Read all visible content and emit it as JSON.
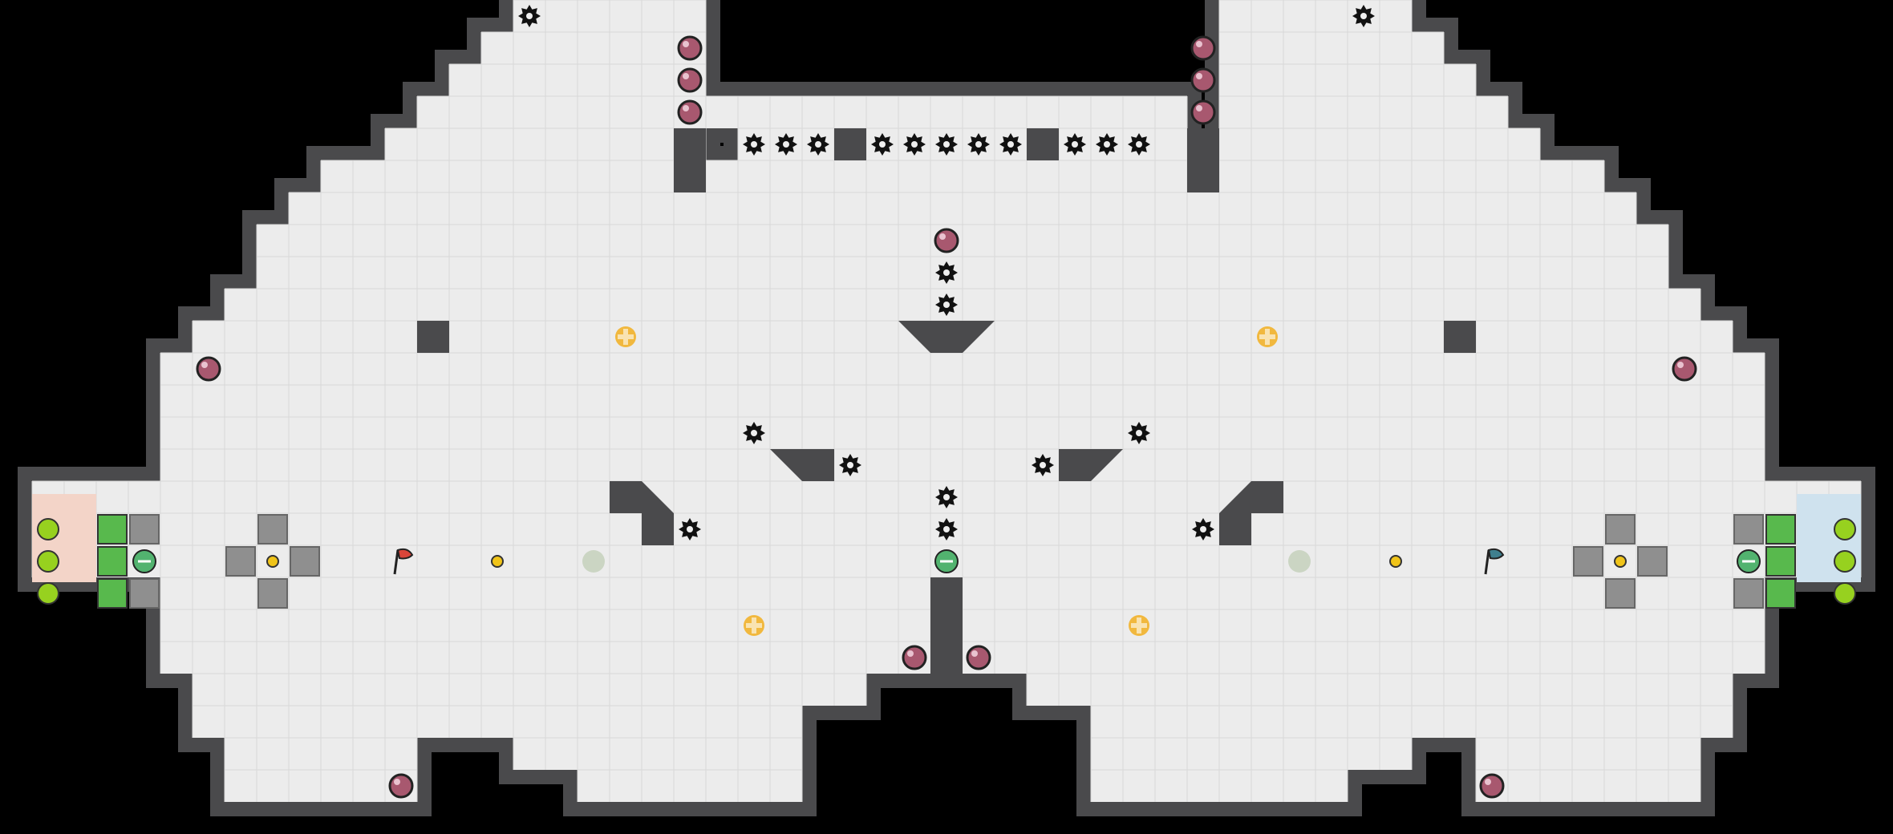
{
  "map": {
    "cols": 59,
    "rows": 26,
    "colors": {
      "background": "#000000",
      "floor": "#ececec",
      "grid": "#d8d8d8",
      "wall": "#4a4a4c",
      "wall_edge": "#2e2e30",
      "red_team": "#d9453a",
      "blue_team": "#3f7f8e",
      "red_base": "#f3d4c8",
      "blue_base": "#cfe2ee",
      "bomb": "#a8586f",
      "powerup": "#f2b32b",
      "boost": "#f0c419",
      "portal": "#97d11f",
      "gate": "#8f8f8f"
    },
    "red_flag": {
      "team": "red",
      "icon": "red-flag-icon"
    },
    "blue_flag": {
      "team": "blue",
      "icon": "blue-flag-icon"
    }
  }
}
